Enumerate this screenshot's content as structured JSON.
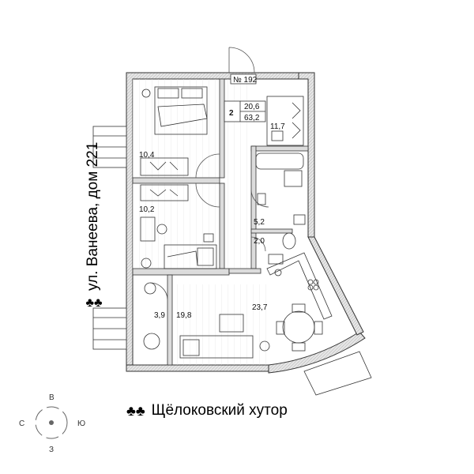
{
  "apartment": {
    "number_label": "№ 192",
    "rooms": "2",
    "living_area": "20,6",
    "total_area": "63,2"
  },
  "room_areas": {
    "bedroom_top": "10,4",
    "bedroom_middle": "10,2",
    "balcony_left": "3,9",
    "hall": "19,8",
    "kitchen_living": "23,7",
    "hallway": "11,7",
    "bathroom": "5,2",
    "wc": "2,0"
  },
  "streets": {
    "west": "ул. Ванеева, дом 221",
    "south": "Щёлоковский хутор"
  },
  "compass": {
    "north": "В",
    "south": "З",
    "west": "С",
    "east": "Ю"
  },
  "colors": {
    "wall": "#d9d9d9",
    "line": "#222222",
    "floor_lines": "#cfcfcf"
  }
}
